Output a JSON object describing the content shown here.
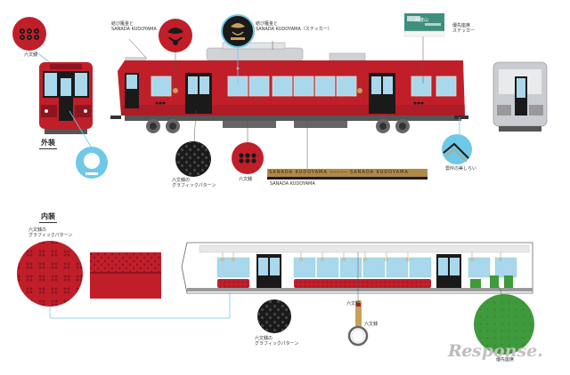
{
  "labels": {
    "rokumonsen_top": "六文銭",
    "musubikarigane_1": "結び雁金と\nSANADA KUDOYAMA",
    "musubikarigane_2": "結び雁金と\nSANADA KUDOYAMA（ステッカー）",
    "priority_seat_sticker": "優先座席\nステッカー",
    "exterior": "外装",
    "interior": "内装",
    "graphic_pattern_ext": "六文銭の\nグラフィックパターン",
    "rokumonsen_mid": "六文銭",
    "sanada_kudoyama_mid": "SANADA KUDOYAMA",
    "uneune": "雲吟の美しらい",
    "graphic_pattern_int_left": "六文銭の\nグラフィックパターン",
    "graphic_pattern_int_mid": "六文銭の\nグラフィックパターン",
    "rokumonsen_int": "六文銭",
    "rokumonsen_strap": "六文銭",
    "priority_seat": "優先座席"
  },
  "stripe_text": "SANADA KUDOYAMA   ─────   SANADA KUDOYAMA",
  "sticker_text": "九度山",
  "watermark": {
    "part1": "Re",
    "part2": "sponse."
  },
  "colors": {
    "train_red": "#c01f2a",
    "dark_red": "#8e1420",
    "window_blue": "#a9d8ec",
    "black": "#1a1a1a",
    "cyan": "#6fc8e8",
    "green": "#3e9a3a",
    "gold": "#c7a15a",
    "gray_roof": "#cfd3d6"
  },
  "icons": [
    "rokumonsen-icon",
    "musubi-karigane-icon",
    "graphic-pattern-icon",
    "priority-seat-icon",
    "hand-strap-icon"
  ]
}
